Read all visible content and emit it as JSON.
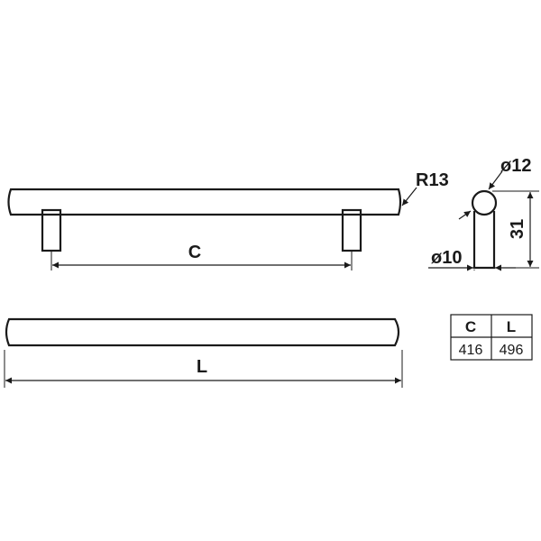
{
  "drawing": {
    "labels": {
      "radius": "R13",
      "diameter_top": "ø12",
      "height": "31",
      "diameter_base": "ø10",
      "center_distance": "C",
      "length": "L"
    },
    "table": {
      "headers": [
        "C",
        "L"
      ],
      "values": [
        "416",
        "496"
      ]
    }
  }
}
